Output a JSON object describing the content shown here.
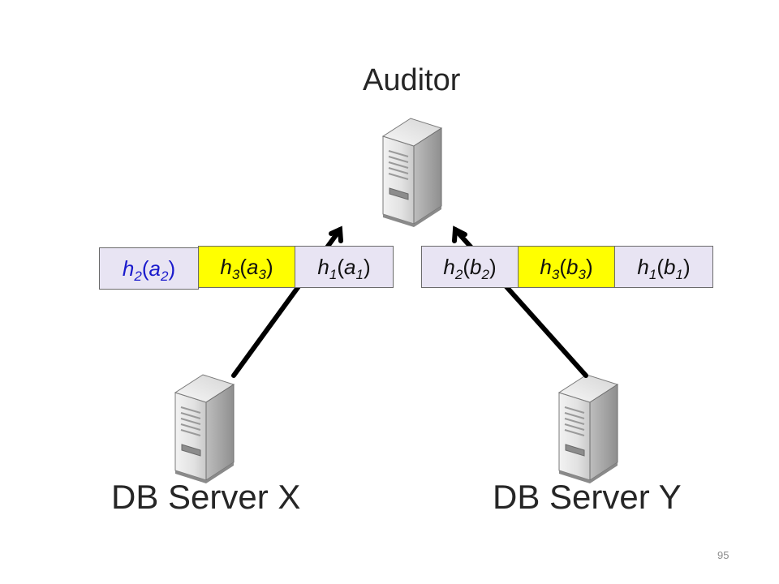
{
  "title": "Auditor",
  "servers": {
    "x_label": "DB Server X",
    "y_label": "DB Server Y"
  },
  "page_number": "95",
  "hash_groups": {
    "left": [
      {
        "fn": "h",
        "fn_sub": "2",
        "arg": "a",
        "arg_sub": "2",
        "fill": "lavender",
        "text_color": "blue"
      },
      {
        "fn": "h",
        "fn_sub": "3",
        "arg": "a",
        "arg_sub": "3",
        "fill": "yellow",
        "text_color": "black"
      },
      {
        "fn": "h",
        "fn_sub": "1",
        "arg": "a",
        "arg_sub": "1",
        "fill": "lavender",
        "text_color": "black"
      }
    ],
    "right": [
      {
        "fn": "h",
        "fn_sub": "2",
        "arg": "b",
        "arg_sub": "2",
        "fill": "lavender",
        "text_color": "black"
      },
      {
        "fn": "h",
        "fn_sub": "3",
        "arg": "b",
        "arg_sub": "3",
        "fill": "yellow",
        "text_color": "black"
      },
      {
        "fn": "h",
        "fn_sub": "1",
        "arg": "b",
        "arg_sub": "1",
        "fill": "lavender",
        "text_color": "black"
      }
    ]
  },
  "colors": {
    "lavender": "#e8e4f3",
    "yellow": "#ffff00",
    "blue_text": "#1a1acc",
    "arrow": "#000000"
  }
}
